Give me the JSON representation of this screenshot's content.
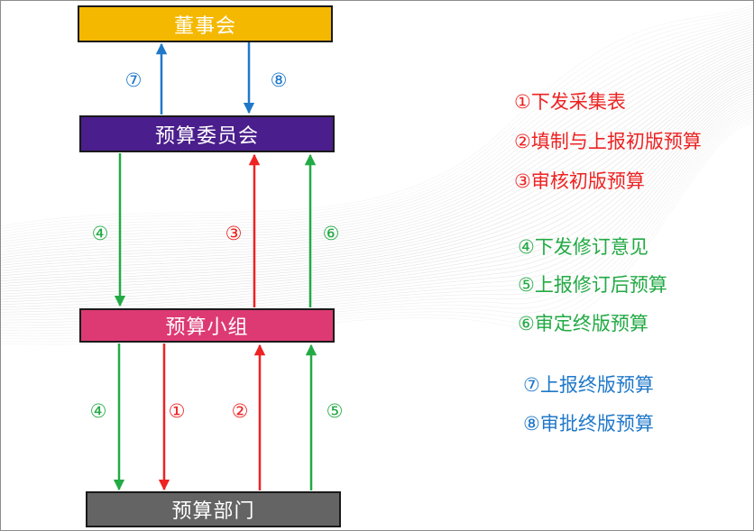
{
  "colors": {
    "board": "#f5b800",
    "committee": "#4a1e8c",
    "group": "#dd3a73",
    "dept": "#646464",
    "red": "#ee2222",
    "green": "#22aa44",
    "blue": "#1f78c8"
  },
  "boxes": {
    "board": "董事会",
    "committee": "预算委员会",
    "group": "预算小组",
    "dept": "预算部门"
  },
  "arrow_labels": {
    "up_to_board": "⑦",
    "down_from_board": "⑧",
    "committee_to_group": "④",
    "group_to_committee_review": "③",
    "group_to_committee_final": "⑥",
    "group_to_dept_revise": "④",
    "group_to_dept_issue": "①",
    "dept_to_group_draft": "②",
    "dept_to_group_revised": "⑤"
  },
  "legend": [
    {
      "text": "①下发采集表",
      "color": "red"
    },
    {
      "text": "②填制与上报初版预算",
      "color": "red"
    },
    {
      "text": "③审核初版预算",
      "color": "red"
    },
    {
      "text": "④下发修订意见",
      "color": "green"
    },
    {
      "text": "⑤上报修订后预算",
      "color": "green"
    },
    {
      "text": "⑥审定终版预算",
      "color": "green"
    },
    {
      "text": "⑦上报终版预算",
      "color": "blue"
    },
    {
      "text": "⑧审批终版预算",
      "color": "blue"
    }
  ]
}
